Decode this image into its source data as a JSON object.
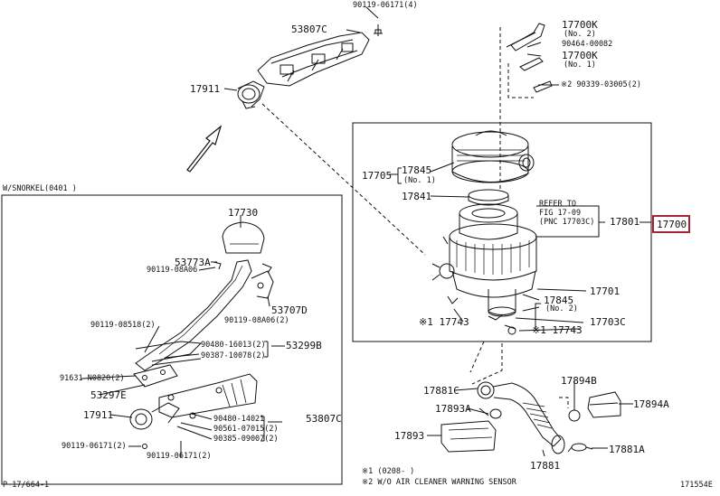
{
  "highlight_color": "#a4243b",
  "labels": {
    "p_53807c_top": "53807C",
    "p_90119_06171_4": "90119-06171(4)",
    "p_17911_top": "17911",
    "p_17700k_no2": "17700K",
    "no2_a": "(No. 2)",
    "p_90464_00082": "90464-00082",
    "p_17700k_no1": "17700K",
    "no1_a": "(No. 1)",
    "p_90339_03005": "※2 90339-03005(2)",
    "p_17705": "17705",
    "p_17845_no1": "17845",
    "no1_b": "(No. 1)",
    "p_17841": "17841",
    "refer_to": "REFER TO",
    "fig": "FIG 17-09",
    "pnc": "(PNC 17703C)",
    "p_17801": "17801",
    "p_17700_highlight": "17700",
    "p_17701": "17701",
    "p_17845_no2": "17845",
    "no2_b": "(No. 2)",
    "p_17743_a": "※1 17743",
    "p_17703c": "17703C",
    "p_17743_b": "※1 17743",
    "snorkel": "W/SNORKEL(0401   )",
    "p_17730": "17730",
    "p_53773a": "53773A",
    "p_90119_08a06_a": "90119-08A06",
    "p_53707d": "53707D",
    "p_90119_08518": "90119-08518(2)",
    "p_90119_08a06_2": "90119-08A06(2)",
    "p_90480_16013": "90480-16013(2)",
    "p_53299b": "53299B",
    "p_90387_10078": "90387-10078(2)",
    "p_91631_n0820": "91631-N0820(2)",
    "p_53297e": "53297E",
    "p_17911_b": "17911",
    "p_90480_14021": "90480-14021",
    "p_53807c_b": "53807C",
    "p_90561_07015": "90561-07015(2)",
    "p_90385_09007": "90385-09007(2)",
    "p_90119_06171_2a": "90119-06171(2)",
    "p_90119_06171_2b": "90119-06171(2)",
    "p_17881c": "17881C",
    "p_17893a": "17893A",
    "p_17893": "17893",
    "p_17894b": "17894B",
    "p_17894a": "17894A",
    "p_17881a": "17881A",
    "p_17881": "17881",
    "fn1": "※1 (0208-    )",
    "fn2": "※2 W/O AIR CLEANER WARNING SENSOR",
    "page_ref": "P 17/664-1",
    "code_ref": "171554E"
  }
}
